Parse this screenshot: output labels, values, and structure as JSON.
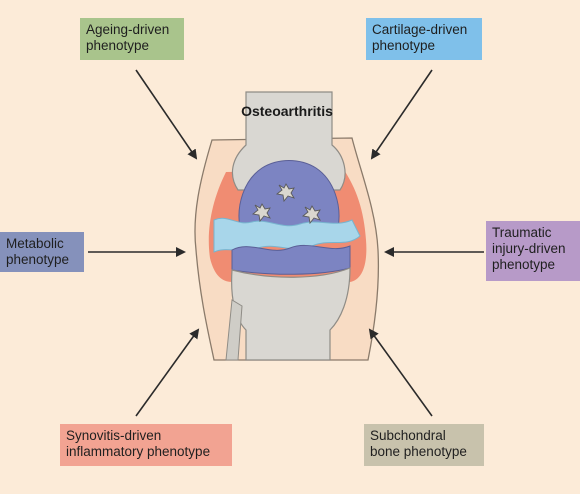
{
  "title": "Osteoarthritis",
  "phenotypes": {
    "ageing": {
      "label": "Ageing-driven\nphenotype",
      "color": "#a9c48c"
    },
    "cartilage": {
      "label": "Cartilage-driven\nphenotype",
      "color": "#7fc0ea"
    },
    "metabolic": {
      "label": "Metabolic\nphenotype",
      "color": "#8591bb"
    },
    "traumatic": {
      "label": "Traumatic\ninjury-driven\nphenotype",
      "color": "#b79ac8"
    },
    "synovitis": {
      "label": "Synovitis-driven\ninflammatory phenotype",
      "color": "#f2a392"
    },
    "subchondral": {
      "label": "Subchondral\nbone phenotype",
      "color": "#c8c2ac"
    }
  },
  "colors": {
    "background": "#fcebd8",
    "bone": "#d9d7d2",
    "cartilage": "#7c84c2",
    "synovial_fluid": "#a8d6ea",
    "synovium": "#f08c72",
    "capsule": "#f8dcc4",
    "arrow": "#2b2b2b"
  }
}
